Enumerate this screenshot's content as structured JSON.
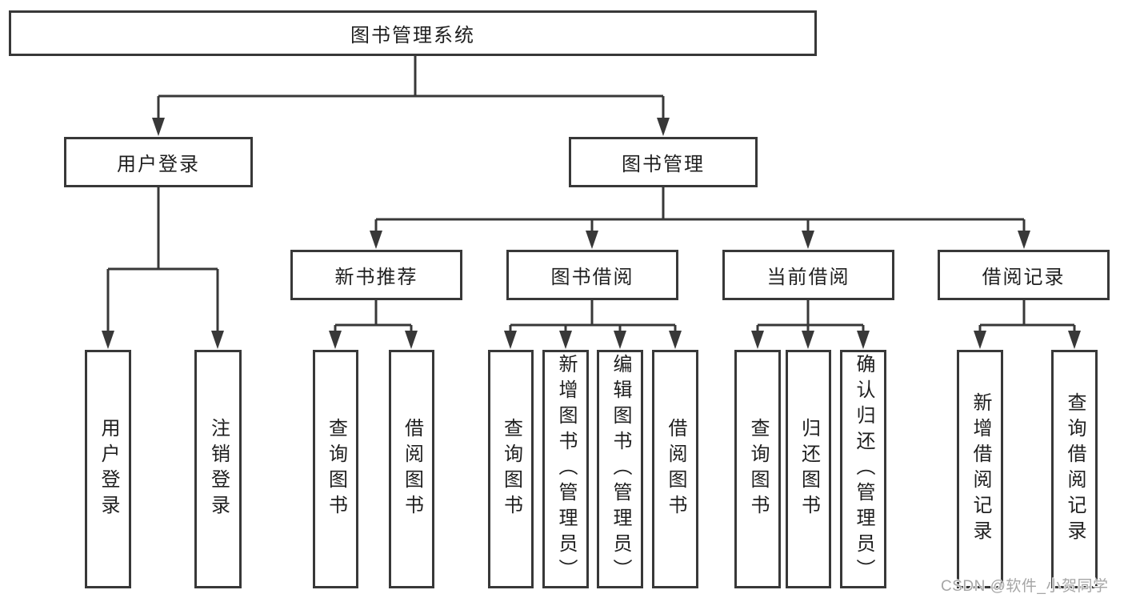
{
  "colors": {
    "line": "#383838",
    "box_border": "#383838",
    "text": "#1f1f1f",
    "watermark": "#a6a6a6",
    "background": "#ffffff"
  },
  "tree": {
    "root": {
      "label": "图书管理系统",
      "children": [
        {
          "label": "用户登录",
          "children": [
            {
              "label": "用户登录"
            },
            {
              "label": "注销登录"
            }
          ]
        },
        {
          "label": "图书管理",
          "children": [
            {
              "label": "新书推荐",
              "children": [
                {
                  "label": "查询图书"
                },
                {
                  "label": "借阅图书"
                }
              ]
            },
            {
              "label": "图书借阅",
              "children": [
                {
                  "label": "查询图书"
                },
                {
                  "label": "新增图书（管理员）"
                },
                {
                  "label": "编辑图书（管理员）"
                },
                {
                  "label": "借阅图书"
                }
              ]
            },
            {
              "label": "当前借阅",
              "children": [
                {
                  "label": "查询图书"
                },
                {
                  "label": "归还图书"
                },
                {
                  "label": "确认归还（管理员）"
                }
              ]
            },
            {
              "label": "借阅记录",
              "children": [
                {
                  "label": "新增借阅记录"
                },
                {
                  "label": "查询借阅记录"
                }
              ]
            }
          ]
        }
      ]
    }
  },
  "watermark": {
    "text": "CSDN @软件_小贺同学"
  }
}
